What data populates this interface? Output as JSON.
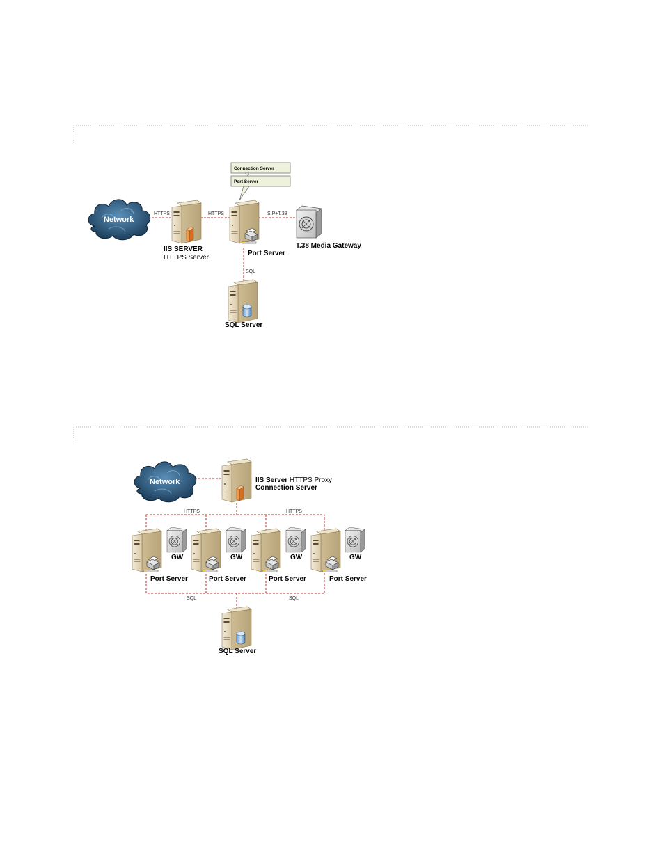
{
  "diagram1": {
    "cloud_label": "Network",
    "link_https_1": "HTTPS",
    "link_https_2": "HTTPS",
    "link_sip": "SIP+T.38",
    "link_sql": "SQL",
    "iis_title": "IIS SERVER",
    "iis_subtitle": "HTTPS Server",
    "port_server_label": "Port Server",
    "gateway_label": "T.38 Media Gateway",
    "sql_server_label": "SQL Server",
    "callout_top": "Connection Server",
    "callout_bottom": "Port Server"
  },
  "diagram2": {
    "cloud_label": "Network",
    "iis_bold": "IIS Server",
    "iis_rest": " HTTPS Proxy",
    "iis_line2": "Connection Server",
    "link_https_left": "HTTPS",
    "link_https_right": "HTTPS",
    "link_sql_left": "SQL",
    "link_sql_right": "SQL",
    "port_servers": [
      "Port Server",
      "Port Server",
      "Port Server",
      "Port Server"
    ],
    "gateways": [
      "GW",
      "GW",
      "GW",
      "GW"
    ],
    "sql_server_label": "SQL Server"
  },
  "colors": {
    "link": "#c0302c",
    "server_body": "#e8dcc4",
    "cloud": "#2b5a7e"
  },
  "icons": [
    "cloud-icon",
    "server-icon",
    "gateway-icon",
    "database-icon",
    "firewall-icon",
    "printer-icon"
  ]
}
